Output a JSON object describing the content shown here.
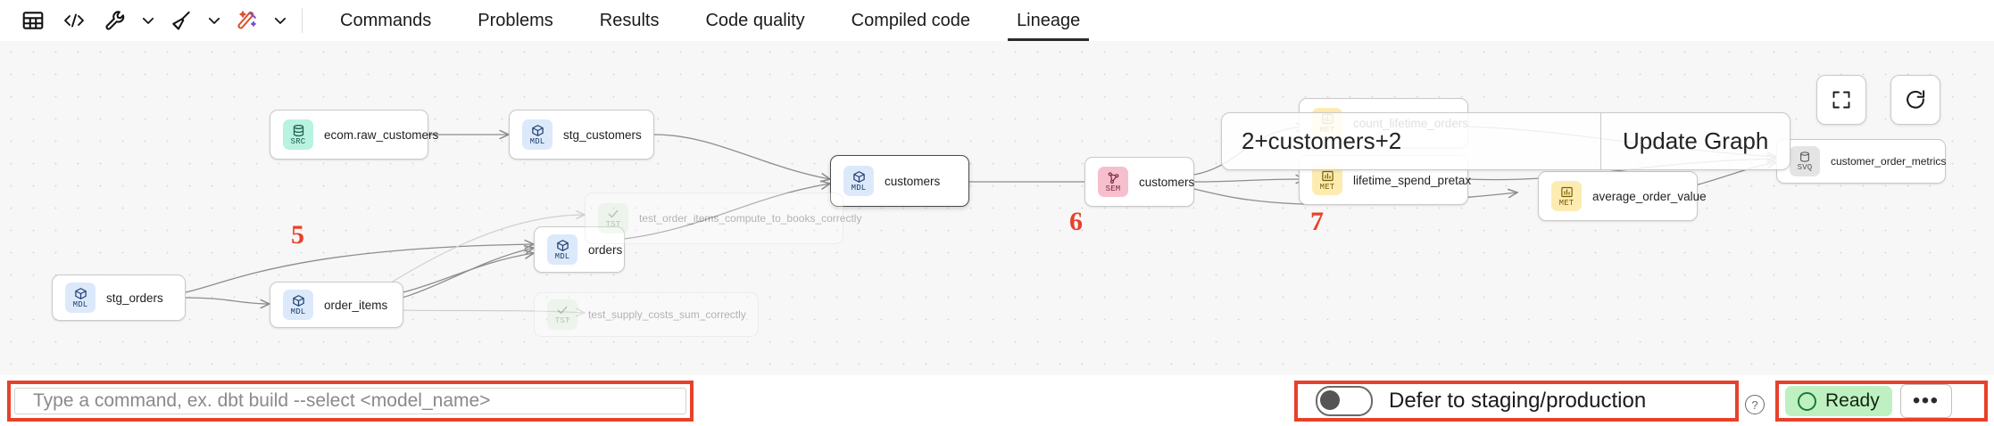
{
  "toolbar": {
    "icons": [
      {
        "name": "table-icon",
        "label": "table"
      },
      {
        "name": "code-icon",
        "label": "code"
      },
      {
        "name": "wrench-icon",
        "label": "tools"
      },
      {
        "name": "broom-icon",
        "label": "format"
      },
      {
        "name": "magic-wand-icon",
        "label": "ai-assist"
      }
    ],
    "tabs": [
      {
        "label": "Commands",
        "active": false
      },
      {
        "label": "Problems",
        "active": false
      },
      {
        "label": "Results",
        "active": false
      },
      {
        "label": "Code quality",
        "active": false
      },
      {
        "label": "Compiled code",
        "active": false
      },
      {
        "label": "Lineage",
        "active": true
      }
    ]
  },
  "lineage": {
    "nodes": [
      {
        "id": "n1",
        "type": "SRC",
        "label": "ecom.raw_customers"
      },
      {
        "id": "n2",
        "type": "MDL",
        "label": "stg_customers"
      },
      {
        "id": "n3",
        "type": "MDL",
        "label": "stg_orders"
      },
      {
        "id": "n4",
        "type": "MDL",
        "label": "order_items"
      },
      {
        "id": "n5",
        "type": "MDL",
        "label": "orders"
      },
      {
        "id": "n6",
        "type": "MDL",
        "label": "customers"
      },
      {
        "id": "n7",
        "type": "TST",
        "label": "test_order_items_compute_to_books_correctly"
      },
      {
        "id": "n8",
        "type": "TST",
        "label": "test_supply_costs_sum_correctly"
      },
      {
        "id": "n9",
        "type": "SEM",
        "label": "customers"
      },
      {
        "id": "n10",
        "type": "MET",
        "label": "count_lifetime_orders"
      },
      {
        "id": "n11",
        "type": "MET",
        "label": "lifetime_spend_pretax"
      },
      {
        "id": "n12",
        "type": "MET",
        "label": "average_order_value"
      },
      {
        "id": "n13",
        "type": "SVQ",
        "label": "customer_order_metrics"
      }
    ],
    "graph_bar": {
      "selector_value": "2+customers+2",
      "update_button": "Update Graph"
    },
    "controls": [
      {
        "name": "fullscreen-button"
      },
      {
        "name": "refresh-button"
      }
    ]
  },
  "bottom": {
    "command_input": {
      "value": "",
      "placeholder": "Type a command, ex. dbt build --select <model_name>"
    },
    "defer": {
      "label": "Defer to staging/production",
      "enabled": false,
      "help": "?"
    },
    "status": {
      "label": "Ready",
      "color": "#bff0c2"
    },
    "more_button": "•••"
  },
  "annotations": [
    {
      "number": "5",
      "for": "command-input"
    },
    {
      "number": "6",
      "for": "defer-toggle"
    },
    {
      "number": "7",
      "for": "status-badge"
    }
  ],
  "colors": {
    "accent_red": "#e8412a",
    "src": "#b8f2e0",
    "mdl": "#dce9fb",
    "met": "#fdecb2",
    "sem": "#f6bfcd",
    "tst": "#d6f0d2",
    "svq": "#e4e4e4"
  }
}
